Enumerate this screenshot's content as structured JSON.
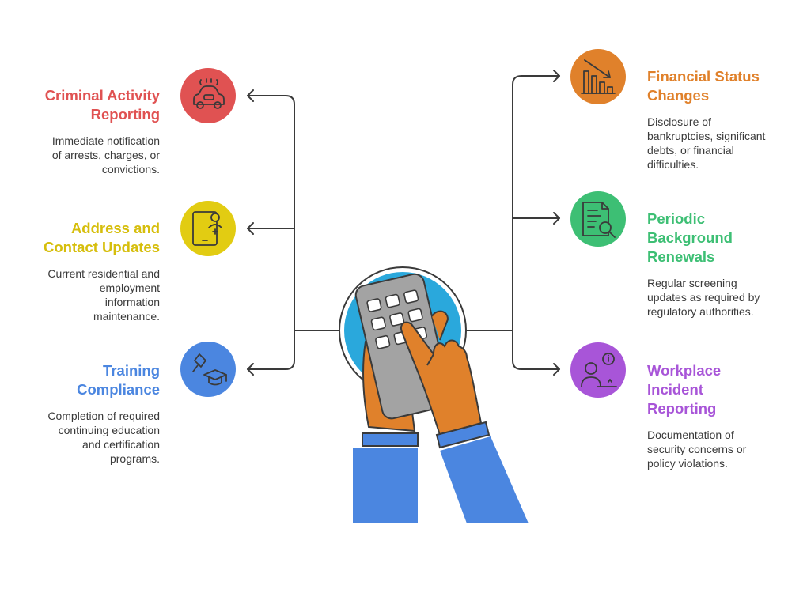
{
  "items": [
    {
      "key": "criminal",
      "title": "Criminal Activity\nReporting",
      "description": "Immediate notification\nof arrests, charges, or\nconvictions.",
      "color": "#E05252",
      "icon": "police-car-icon"
    },
    {
      "key": "address",
      "title": "Address and\nContact Updates",
      "description": "Current residential and\nemployment\ninformation\nmaintenance.",
      "color": "#E2CC12",
      "icon": "tablet-user-icon"
    },
    {
      "key": "training",
      "title": "Training\nCompliance",
      "description": "Completion of required\ncontinuing education\nand certification\nprograms.",
      "color": "#4B86E0",
      "icon": "graduation-cap-icon"
    },
    {
      "key": "financial",
      "title": "Financial Status\nChanges",
      "description": "Disclosure of\nbankruptcies, significant\ndebts, or financial\ndifficulties.",
      "color": "#E0812B",
      "icon": "declining-chart-icon"
    },
    {
      "key": "periodic",
      "title": "Periodic\nBackground\nRenewals",
      "description": "Regular screening\nupdates as required by\nregulatory authorities.",
      "color": "#3DBF74",
      "icon": "document-search-icon"
    },
    {
      "key": "workplace",
      "title": "Workplace\nIncident\nReporting",
      "description": "Documentation of\nsecurity concerns or\npolicy violations.",
      "color": "#A855D8",
      "icon": "person-info-icon"
    }
  ],
  "colors": {
    "connector": "#3a3a3a",
    "center_circle": "#2AA8DC",
    "calculator": "#A3A3A3",
    "hand": "#E0812B",
    "sleeve": "#4B86E0"
  }
}
